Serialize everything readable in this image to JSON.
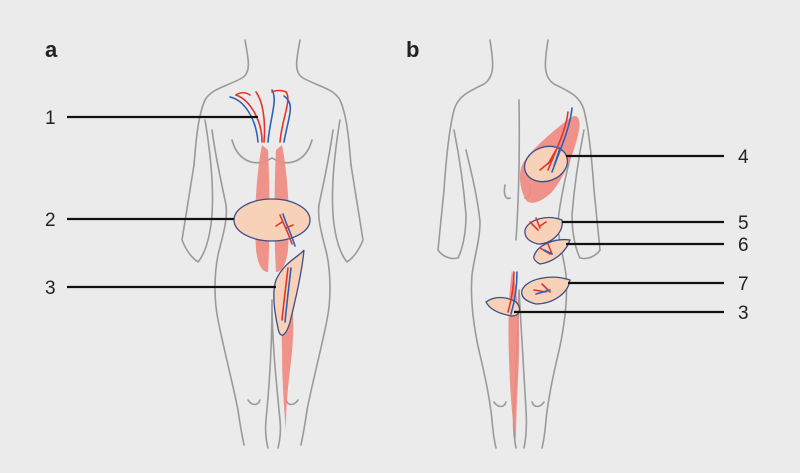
{
  "panels": [
    {
      "label": "a"
    },
    {
      "label": "b"
    }
  ],
  "callouts": {
    "a": [
      "1",
      "2",
      "3"
    ],
    "b": [
      "4",
      "5",
      "6",
      "7",
      "3"
    ]
  },
  "colors": {
    "background": "#ebebeb",
    "body_outline": "#9a9a9a",
    "muscle": "#f08a80",
    "flap_fill": "#f8d2b8",
    "flap_border": "#3d4d8a",
    "artery": "#e8322a",
    "vein": "#2a62b8",
    "leader_line": "#111111"
  }
}
